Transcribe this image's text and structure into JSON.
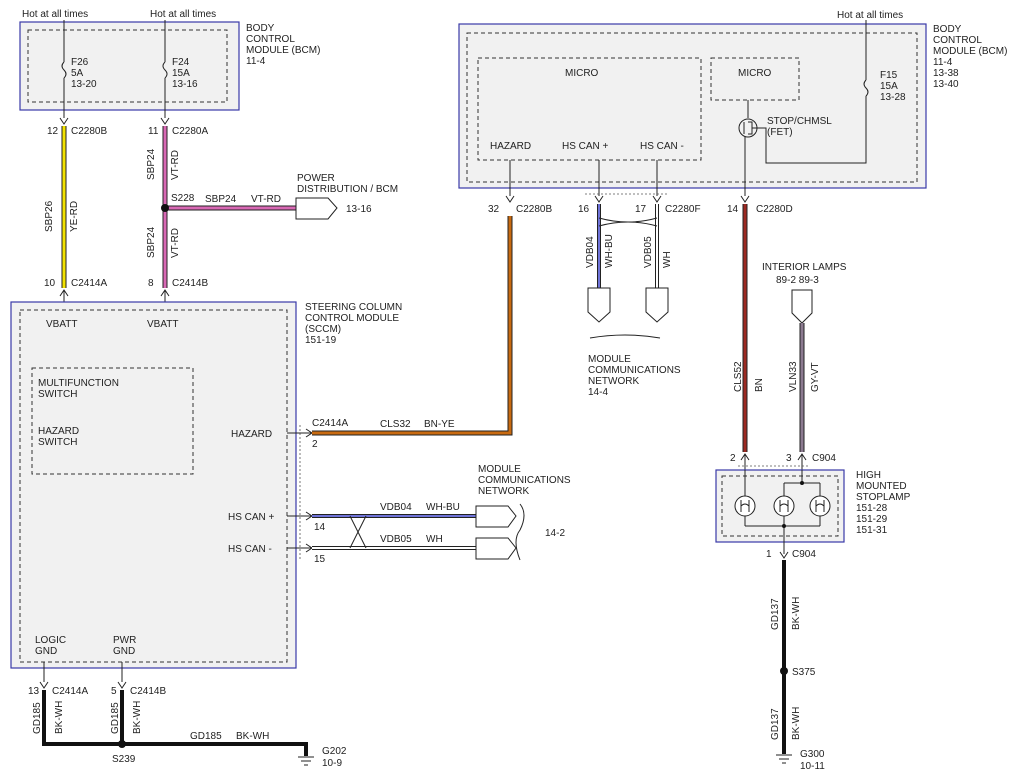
{
  "bcm_left": {
    "hot1": "Hot at all times",
    "hot2": "Hot at all times",
    "title": [
      "BODY",
      "CONTROL",
      "MODULE (BCM)",
      "11-4"
    ],
    "fuse_a": [
      "F26",
      "5A",
      "13-20"
    ],
    "fuse_b": [
      "F24",
      "15A",
      "13-16"
    ]
  },
  "bcm_right": {
    "hot": "Hot at all times",
    "title": [
      "BODY",
      "CONTROL",
      "MODULE (BCM)",
      "11-4",
      "13-38",
      "13-40"
    ],
    "micro1": "MICRO",
    "micro2": "MICRO",
    "fuse": [
      "F15",
      "15A",
      "13-28"
    ],
    "pins": [
      "HAZARD",
      "HS CAN +",
      "HS CAN -"
    ],
    "fet": [
      "STOP/CHMSL",
      "(FET)"
    ]
  },
  "connectors": {
    "c12": "12",
    "c2280b": "C2280B",
    "c11": "11",
    "c2280a": "C2280A",
    "c10": "10",
    "c2414a": "C2414A",
    "c8": "8",
    "c2414b": "C2414B",
    "c32": "32",
    "c2280b_r": "C2280B",
    "c16": "16",
    "c17": "17",
    "c2280f": "C2280F",
    "c14": "14",
    "c2280d": "C2280D",
    "c13": "13",
    "c2414a_b": "C2414A",
    "c5": "5",
    "c2414b_b": "C2414B",
    "c2": "2",
    "c3": "3",
    "c904a": "C904",
    "c1": "1",
    "c904b": "C904",
    "c2414a_h": "C2414A",
    "p2": "2",
    "p14": "14",
    "p15": "15"
  },
  "wires": {
    "w1": [
      "SBP26",
      "YE-RD"
    ],
    "w2": [
      "SBP24",
      "VT-RD"
    ],
    "w3": [
      "SBP24",
      "VT-RD"
    ],
    "w4": [
      "SBP24",
      "VT-RD"
    ],
    "hazard": [
      "CLS32",
      "BN-YE"
    ],
    "hscan_p": [
      "VDB04",
      "WH-BU"
    ],
    "hscan_m": [
      "VDB05",
      "WH"
    ],
    "vdb04_v": [
      "VDB04",
      "WH-BU"
    ],
    "vdb05_v": [
      "VDB05",
      "WH"
    ],
    "cls52": [
      "CLS52",
      "BN"
    ],
    "vln33": [
      "VLN33",
      "GY-VT"
    ],
    "gd185_a": [
      "GD185",
      "BK-WH"
    ],
    "gd185_b": [
      "GD185",
      "BK-WH"
    ],
    "gd185_h": [
      "GD185",
      "BK-WH"
    ],
    "gd137_a": [
      "GD137",
      "BK-WH"
    ],
    "gd137_b": [
      "GD137",
      "BK-WH"
    ]
  },
  "splices": {
    "s228": "S228",
    "s239": "S239",
    "s375": "S375"
  },
  "power_dist": {
    "label": [
      "POWER",
      "DISTRIBUTION / BCM"
    ],
    "ref": "13-16"
  },
  "sccm": {
    "title": [
      "STEERING COLUMN",
      "CONTROL MODULE",
      "(SCCM)",
      "151-19"
    ],
    "vbatt1": "VBATT",
    "vbatt2": "VBATT",
    "switch_box": [
      "MULTIFUNCTION",
      "SWITCH",
      "",
      "HAZARD",
      "SWITCH"
    ],
    "hazard": "HAZARD",
    "hscan_p": "HS CAN +",
    "hscan_m": "HS CAN -",
    "logic_gnd": [
      "LOGIC",
      "GND"
    ],
    "pwr_gnd": [
      "PWR",
      "GND"
    ]
  },
  "mcn_right": {
    "label": [
      "MODULE",
      "COMMUNICATIONS",
      "NETWORK"
    ],
    "ref": "14-2"
  },
  "mcn_top": {
    "label": [
      "MODULE",
      "COMMUNICATIONS",
      "NETWORK",
      "14-4"
    ]
  },
  "interior_lamps": {
    "label": [
      "INTERIOR LAMPS",
      "89-2   89-3"
    ]
  },
  "chmsl": {
    "label": [
      "HIGH",
      "MOUNTED",
      "STOPLAMP",
      "151-28",
      "151-29",
      "151-31"
    ]
  },
  "grounds": {
    "g202": [
      "G202",
      "10-9"
    ],
    "g300": [
      "G300",
      "10-11"
    ]
  },
  "colors": {
    "yellow": "#f2e200",
    "violet": "#d868b4",
    "brown_yellow": "#c86a10",
    "brown": "#9c2a22",
    "gray_violet": "#8c7a90",
    "blue": "#6f73d8",
    "module_border": "#3a3aa8"
  }
}
